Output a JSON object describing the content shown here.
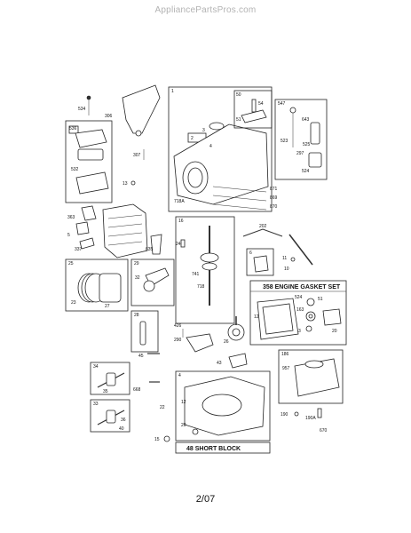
{
  "site_watermark": "AppliancePartsPros.com",
  "page_number": "2/07",
  "boxes": {
    "engine_gasket_set": "358 ENGINE GASKET SET",
    "short_block": "48 SHORT BLOCK"
  },
  "ref_numbers": {
    "r534": "534",
    "r306": "306",
    "r536": "536",
    "r532": "532",
    "r307": "307",
    "r13": "13",
    "r363": "363",
    "r5": "5",
    "r337": "337",
    "r1": "1",
    "r2": "2",
    "r3": "3",
    "r4": "4",
    "r16": "16",
    "r50": "50",
    "r54": "54",
    "r51": "51",
    "r871": "871",
    "r869": "869",
    "r870": "870",
    "r718a": "718A",
    "r547": "547",
    "r643": "643",
    "r523": "523",
    "r525": "525",
    "r297": "297",
    "r524": "524",
    "r23": "23",
    "r25": "25",
    "r29": "29",
    "r32": "32",
    "r27": "27",
    "r28": "28",
    "r24": "24",
    "r635": "635",
    "r741": "741",
    "r718": "718",
    "r202": "202",
    "r6": "6",
    "r11": "11",
    "r10": "10",
    "g524": "524",
    "g51": "51",
    "g12": "12",
    "g163": "163",
    "g3": "3",
    "g20": "20",
    "r426": "426",
    "r290": "290",
    "r26": "26",
    "r43": "43",
    "r45": "45",
    "r34": "34",
    "r35": "35",
    "r668": "668",
    "r33": "33",
    "r36": "36",
    "r40": "40",
    "r22": "22",
    "r15": "15",
    "r20": "20",
    "r12": "12",
    "r186": "186",
    "r957": "957",
    "r190": "190",
    "r190a": "190A",
    "r670": "670"
  }
}
